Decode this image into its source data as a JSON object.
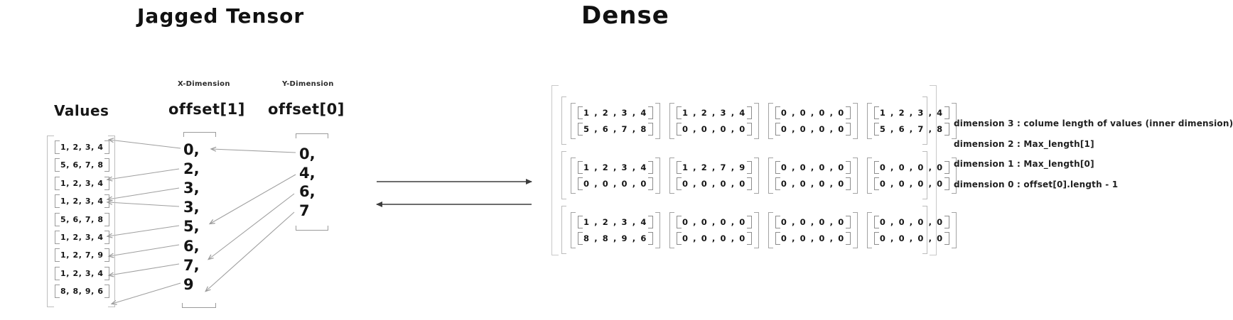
{
  "jagged": {
    "title": "Jagged Tensor",
    "values_label": "Values",
    "x_dim_label": "X-Dimension",
    "y_dim_label": "Y-Dimension",
    "offset1_label": "offset[1]",
    "offset0_label": "offset[0]",
    "values_rows": [
      "1, 2, 3, 4",
      "5, 6, 7, 8",
      "1, 2, 3, 4",
      "1, 2, 3, 4",
      "5, 6, 7, 8",
      "1, 2, 3, 4",
      "1, 2, 7, 9",
      "1, 2, 3, 4",
      "8, 8, 9, 6"
    ],
    "offset1_values": [
      "0,",
      "2,",
      "3,",
      "3,",
      "5,",
      "6,",
      "7,",
      "9"
    ],
    "offset0_values": [
      "0,",
      "4,",
      "6,",
      "7"
    ],
    "arrows": {
      "offset1_points_to_values_row": [
        0,
        2,
        3,
        3,
        5,
        6,
        7,
        9
      ],
      "offset0_points_to_offset1_index": [
        0,
        4,
        6,
        7
      ]
    }
  },
  "dense": {
    "title": "Dense",
    "matrices": [
      [
        [
          [
            1,
            2,
            3,
            4
          ],
          [
            5,
            6,
            7,
            8
          ]
        ],
        [
          [
            1,
            2,
            3,
            4
          ],
          [
            0,
            0,
            0,
            0
          ]
        ],
        [
          [
            0,
            0,
            0,
            0
          ],
          [
            0,
            0,
            0,
            0
          ]
        ],
        [
          [
            1,
            2,
            3,
            4
          ],
          [
            5,
            6,
            7,
            8
          ]
        ]
      ],
      [
        [
          [
            1,
            2,
            3,
            4
          ],
          [
            0,
            0,
            0,
            0
          ]
        ],
        [
          [
            1,
            2,
            7,
            9
          ],
          [
            0,
            0,
            0,
            0
          ]
        ],
        [
          [
            0,
            0,
            0,
            0
          ],
          [
            0,
            0,
            0,
            0
          ]
        ],
        [
          [
            0,
            0,
            0,
            0
          ],
          [
            0,
            0,
            0,
            0
          ]
        ]
      ],
      [
        [
          [
            1,
            2,
            3,
            4
          ],
          [
            8,
            8,
            9,
            6
          ]
        ],
        [
          [
            0,
            0,
            0,
            0
          ],
          [
            0,
            0,
            0,
            0
          ]
        ],
        [
          [
            0,
            0,
            0,
            0
          ],
          [
            0,
            0,
            0,
            0
          ]
        ],
        [
          [
            0,
            0,
            0,
            0
          ],
          [
            0,
            0,
            0,
            0
          ]
        ]
      ]
    ]
  },
  "annotations": [
    "dimension 3 : colume length of values (inner dimension)",
    "dimension 2 : Max_length[1]",
    "dimension 1 : Max_length[0]",
    "dimension 0 : offset[0].length - 1"
  ],
  "colors": {
    "ink": "#1a1a1a",
    "connector": "#9a9a9a",
    "bracket": "#a8a8a8",
    "arrow_dark": "#3d3d3d"
  }
}
